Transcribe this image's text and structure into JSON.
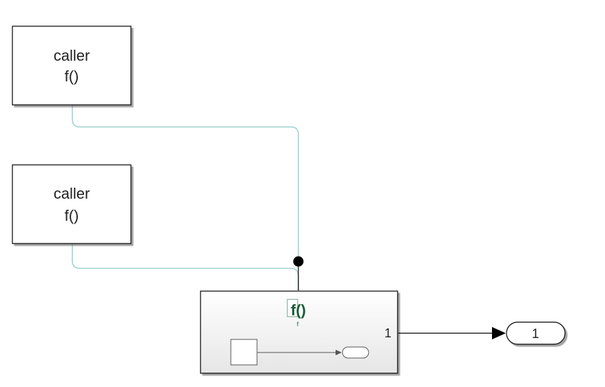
{
  "blocks": {
    "caller_1": {
      "line1": "caller",
      "line2": "f()"
    },
    "caller_2": {
      "line1": "caller",
      "line2": "f()"
    },
    "subsystem": {
      "function_label": "f()",
      "function_name": "f",
      "output_port_number": "1"
    },
    "outport": {
      "label": "1"
    }
  },
  "colors": {
    "function_call_line": "#9fd3d0",
    "signal_line": "#000000",
    "function_label": "#1a5c3a",
    "block_border": "#000000"
  }
}
